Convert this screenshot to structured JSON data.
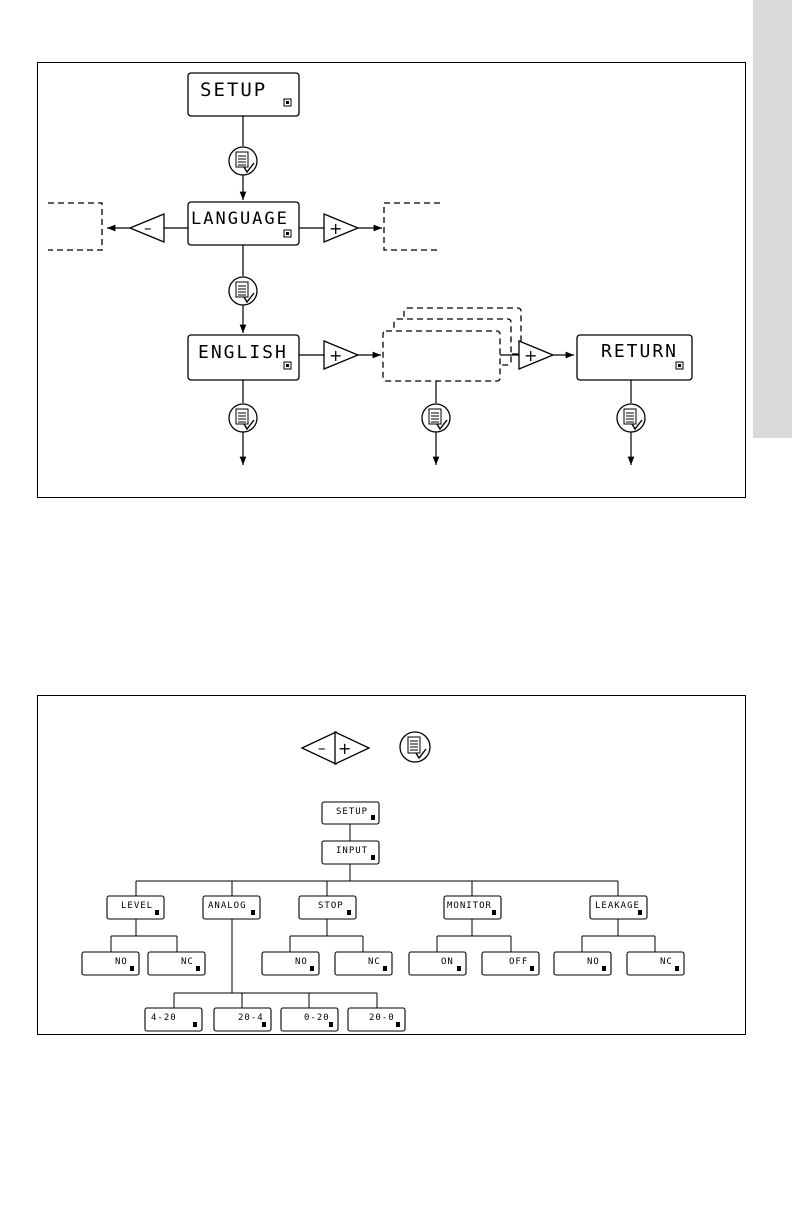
{
  "colors": {
    "ink": "#000000",
    "tab": "#d9d9d9",
    "paper": "#ffffff"
  },
  "icons": {
    "menu": "menu-check-icon",
    "minus": "minus-arrow-icon",
    "plus": "plus-arrow-icon",
    "indicator": "square-indicator-icon"
  },
  "flow": {
    "setup": "SETUP",
    "language": "LANGUAGE",
    "english": "ENGLISH",
    "return": "RETURN"
  },
  "buttons": {
    "minus": "–",
    "plus": "+"
  },
  "tree": {
    "root": "SETUP",
    "input": "INPUT",
    "branches": [
      {
        "label": "LEVEL",
        "children": [
          "NO",
          "NC"
        ]
      },
      {
        "label": "ANALOG",
        "children": [
          "4-20",
          "20-4",
          "0-20",
          "20-0"
        ]
      },
      {
        "label": "STOP",
        "children": [
          "NO",
          "NC"
        ]
      },
      {
        "label": "MONITOR",
        "children": [
          "ON",
          "OFF"
        ]
      },
      {
        "label": "LEAKAGE",
        "children": [
          "NO",
          "NC"
        ]
      }
    ]
  }
}
